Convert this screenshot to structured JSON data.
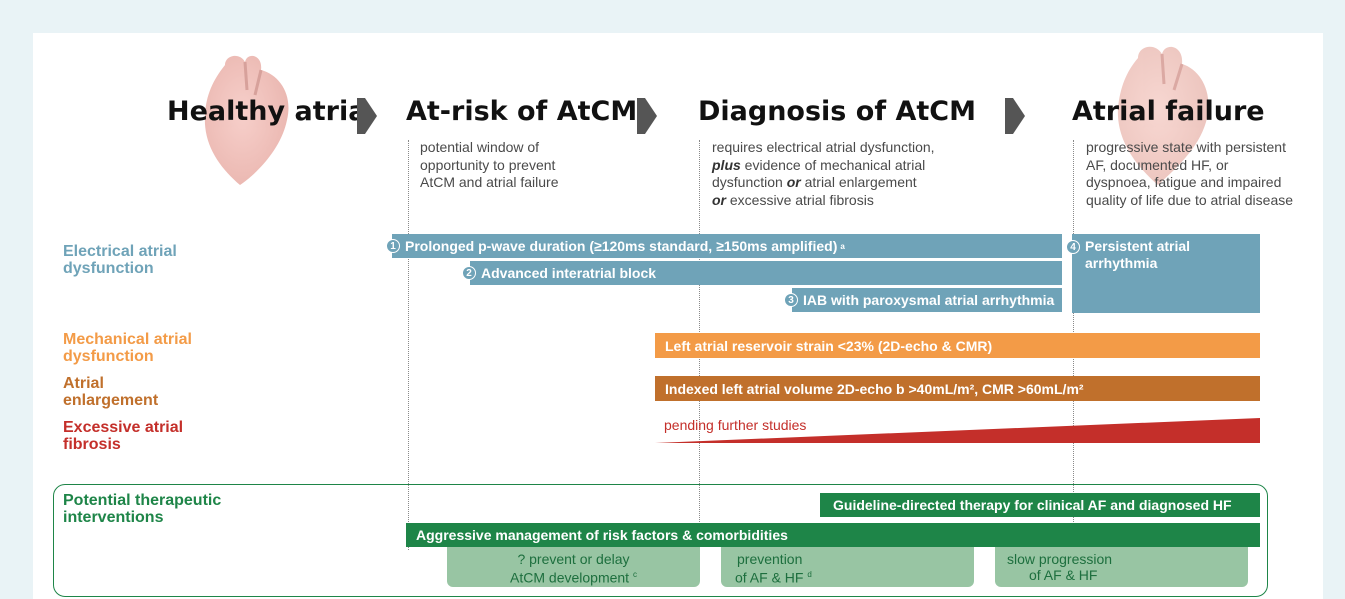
{
  "stages": [
    {
      "title": "Healthy atria",
      "desc": []
    },
    {
      "title": "At-risk of AtCM",
      "desc": [
        "potential window of",
        "opportunity to prevent",
        "AtCM and atrial failure"
      ]
    },
    {
      "title": "Diagnosis of AtCM",
      "desc_parts": {
        "l1": "requires electrical atrial dysfunction,",
        "l2a": "plus",
        "l2b": " evidence of mechanical atrial",
        "l3a": "dysfunction ",
        "l3b": "or",
        "l3c": " atrial enlargement",
        "l4a": "or",
        "l4b": " excessive atrial fibrosis"
      }
    },
    {
      "title": "Atrial failure",
      "desc": [
        "progressive state with persistent",
        "AF, documented HF, or",
        "dyspnoea, fatigue and impaired",
        "quality of life due to atrial disease"
      ]
    }
  ],
  "categories": {
    "electrical": "Electrical atrial dysfunction",
    "mechanical": "Mechanical atrial dysfunction",
    "enlargement": "Atrial enlargement",
    "fibrosis": "Excessive atrial fibrosis",
    "therapeutic": "Potential therapeutic interventions"
  },
  "electrical_bars": [
    {
      "num": "1",
      "label": "Prolonged p-wave duration (≥120ms standard, ≥150ms amplified)",
      "sup": "a"
    },
    {
      "num": "2",
      "label": "Advanced interatrial block"
    },
    {
      "num": "3",
      "label": "IAB with paroxysmal atrial arrhythmia"
    },
    {
      "num": "4",
      "label": "Persistent atrial arrhythmia"
    }
  ],
  "mechanical_bar": "Left atrial reservoir strain <23% (2D-echo & CMR)",
  "enlargement_bar": "Indexed left atrial volume 2D-echo b >40mL/m², CMR >60mL/m²",
  "fibrosis_bar": "pending further studies",
  "therapy": {
    "guideline": "Guideline-directed therapy for clinical AF and diagnosed HF",
    "aggressive": "Aggressive management of risk factors & comorbidities",
    "box1": [
      "? prevent or delay",
      "AtCM development"
    ],
    "box1_sup": "c",
    "box2": [
      "prevention",
      "of AF & HF"
    ],
    "box2_sup": "d",
    "box3": [
      "slow progression",
      "of AF & HF"
    ]
  },
  "colors": {
    "electrical": "#6fa3b8",
    "mechanical": "#f39b47",
    "enlargement": "#c0702c",
    "fibrosis": "#c42f2a",
    "therapeutic": "#1e8548"
  },
  "icons": [
    "heart-illustration",
    "arrow-right-icon"
  ]
}
